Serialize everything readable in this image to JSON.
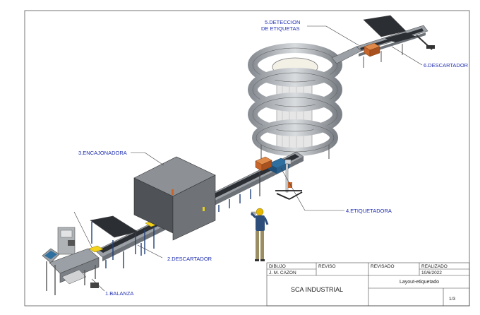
{
  "callouts": {
    "balanza": "1.BALANZA",
    "descartador_1": "2.DESCARTADOR",
    "encajonadora": "3.ENCAJONADORA",
    "etiquetadora": "4.ETIQUETADORA",
    "deteccion_line1": "5.DETECCION",
    "deteccion_line2": "DE ETIQUETAS",
    "descartador_2": "6.DESCARTADOR"
  },
  "title_block": {
    "dibujo_label": "DIBUJO",
    "dibujo_value": "J. M. CAZON",
    "reviso_label": "REVISO",
    "revisado_label": "REVISADO",
    "realizado_label": "REALIZADO",
    "realizado_value": "10/6/2022",
    "company": "SCA INDUSTRIAL",
    "drawing_title": "Layout-etiquetado",
    "sheet": "1/3"
  },
  "colors": {
    "label_blue": "#1f2fb0",
    "conveyor_gray": "#9aa0a6",
    "belt_dark": "#2b2e33",
    "machine_gray": "#6f7378",
    "box_orange": "#c8652a",
    "product_yellow": "#f2d21b",
    "structure_blue": "#1f3f7a"
  }
}
